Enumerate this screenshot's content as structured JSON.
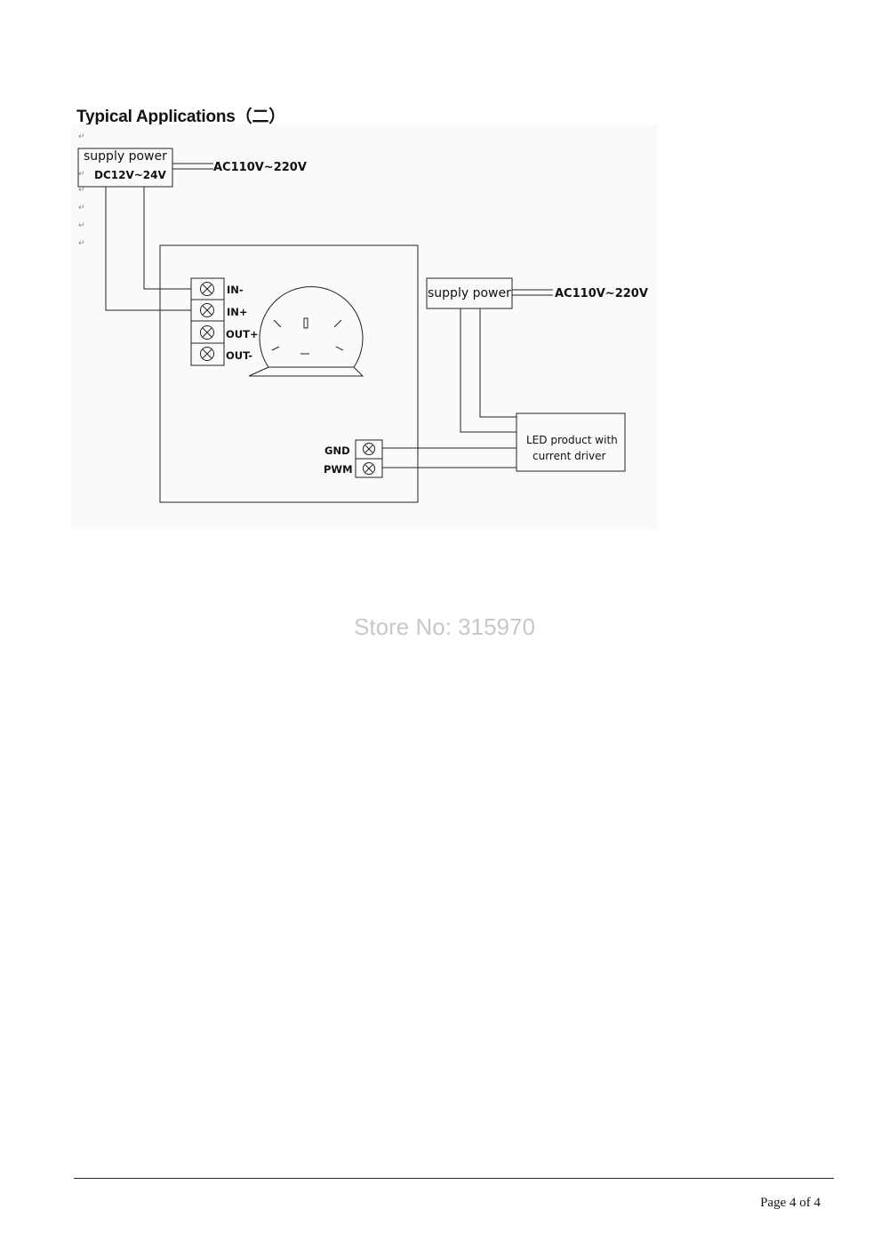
{
  "heading": "Typical Applications（二）",
  "diagram": {
    "supply1_label": "supply power",
    "supply1_voltage": "DC12V~24V",
    "supply1_ac": "AC110V~220V",
    "supply2_label": "supply power",
    "supply2_ac": "AC110V~220V",
    "terminals": [
      "IN-",
      "IN+",
      "OUT+",
      "OUT-"
    ],
    "signal_terminals": [
      "GND",
      "PWM"
    ],
    "led_line1": "LED product with",
    "led_line2": "current driver",
    "return_mark": "↵"
  },
  "watermark": "Store No: 315970",
  "footer": {
    "page": "Page 4 of 4"
  }
}
